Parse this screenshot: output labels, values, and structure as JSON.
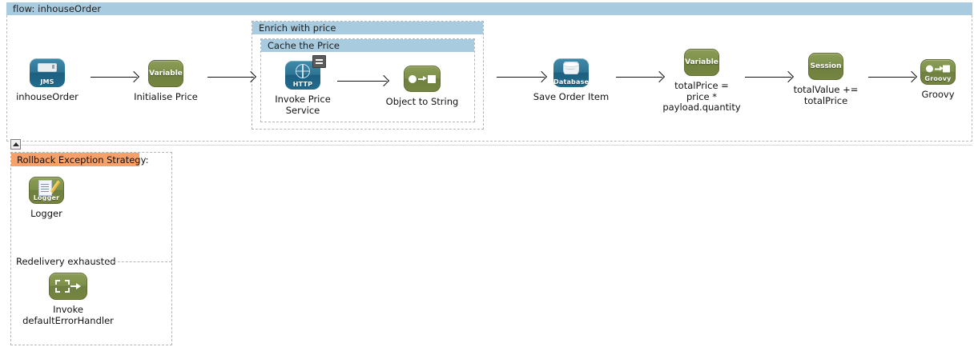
{
  "flow": {
    "header_keyword": "flow:",
    "header_name": "inhouseOrder",
    "header_label": "flow:  inhouseOrder"
  },
  "scopes": [
    {
      "id": "enrich",
      "title": "Enrich with price"
    },
    {
      "id": "cache",
      "title": "Cache the Price"
    }
  ],
  "nodes": [
    {
      "id": "jms-inbound",
      "icon": "jms-icon",
      "icon_label": "JMS",
      "caption": "inhouseOrder"
    },
    {
      "id": "init-price",
      "icon": "variable-icon",
      "icon_label": "Variable",
      "caption": "Initialise Price"
    },
    {
      "id": "invoke-price",
      "icon": "http-icon",
      "icon_label": "HTTP",
      "caption": "Invoke Price\nService"
    },
    {
      "id": "object-to-str",
      "icon": "transformer-icon",
      "icon_label": "",
      "caption": "Object to String"
    },
    {
      "id": "save-order",
      "icon": "database-icon",
      "icon_label": "Database",
      "caption": "Save Order Item"
    },
    {
      "id": "total-price",
      "icon": "variable-icon",
      "icon_label": "Variable",
      "caption": "totalPrice =\nprice *\npayload.quantity"
    },
    {
      "id": "total-value",
      "icon": "session-variable-icon",
      "icon_label": "Session",
      "caption": "totalValue +=\ntotalPrice"
    },
    {
      "id": "groovy",
      "icon": "groovy-icon",
      "icon_label": "Groovy",
      "caption": "Groovy"
    }
  ],
  "exception": {
    "title": "Rollback Exception Strategy:",
    "nodes": [
      {
        "id": "logger",
        "icon": "logger-icon",
        "icon_label": "Logger",
        "caption": "Logger"
      },
      {
        "id": "invoke-default-error-handler",
        "icon": "invoke-icon",
        "icon_label": "",
        "caption": "Invoke\ndefaultErrorHandler"
      }
    ],
    "sub_section_label": "Redelivery exhausted"
  },
  "colors": {
    "scope_header": "#a8cbe0",
    "exception_header": "#f7a069",
    "icon_green": "#7d9049",
    "icon_blue": "#2f7494",
    "dashed_border": "#b5b5b5"
  }
}
